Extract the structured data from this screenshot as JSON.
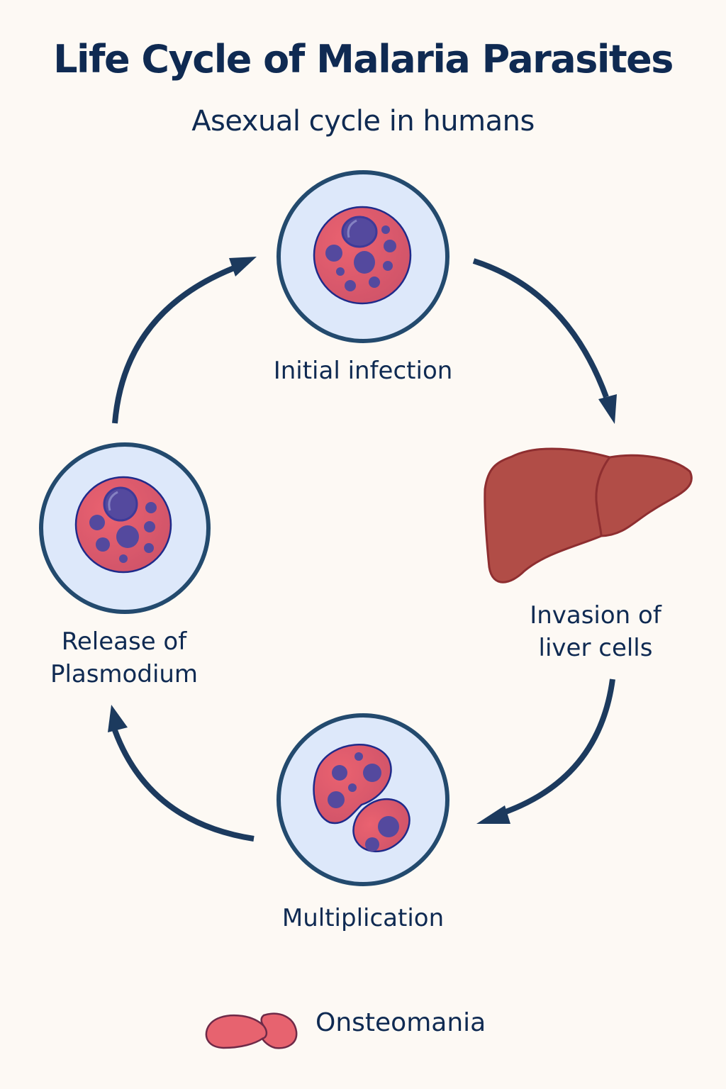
{
  "header": {
    "title": "Life Cycle of Malaria Parasites",
    "subtitle": "Asexual cycle in humans"
  },
  "stages": [
    {
      "id": "initial",
      "label": "Initial infection",
      "icon": "infected-red-blood-cell-icon"
    },
    {
      "id": "invasion",
      "label_line1": "Invasion of",
      "label_line2": "liver cells",
      "icon": "liver-icon"
    },
    {
      "id": "multiplication",
      "label": "Multiplication",
      "icon": "dividing-cells-icon"
    },
    {
      "id": "release",
      "label_line1": "Release of",
      "label_line2": "Plasmodium",
      "icon": "infected-red-blood-cell-icon"
    }
  ],
  "flow": [
    {
      "from": "initial",
      "to": "invasion",
      "direction": "clockwise"
    },
    {
      "from": "invasion",
      "to": "multiplication",
      "direction": "clockwise"
    },
    {
      "from": "multiplication",
      "to": "release",
      "direction": "clockwise"
    },
    {
      "from": "release",
      "to": "initial",
      "direction": "clockwise"
    }
  ],
  "footer": {
    "brand": "Onsteomania",
    "logo_icon": "red-blood-cell-pair-icon"
  },
  "colors": {
    "background": "#fdf9f4",
    "text": "#0f2a52",
    "arrow": "#1c3a5e",
    "circle_ring": "#234a6e",
    "circle_fill": "#dde8fa",
    "cell_fill": "#e05a68",
    "cell_outline": "#1f2a8a",
    "nucleus": "#54499e",
    "liver": "#b14d47",
    "liver_outline": "#8e2e30"
  }
}
